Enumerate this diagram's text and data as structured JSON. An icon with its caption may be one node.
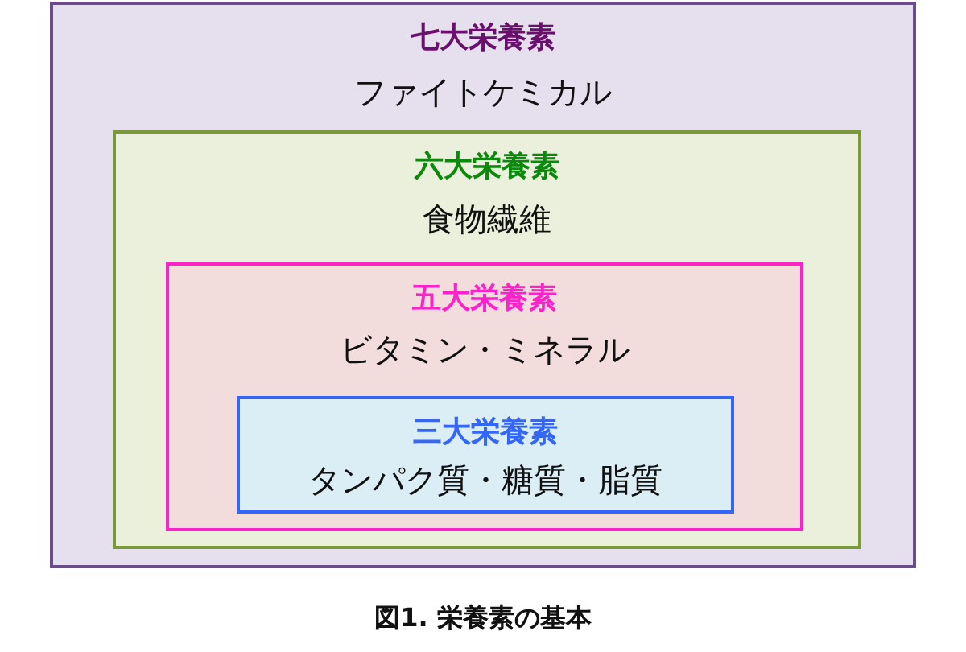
{
  "diagram": {
    "caption": "図1. 栄養素の基本",
    "nodes": [
      {
        "text": [
          "七大栄養素",
          "ファイトケミカル"
        ]
      },
      {
        "text": [
          "六大栄養素",
          "食物繊維"
        ],
        "in": 0
      },
      {
        "text": [
          "五大栄養素",
          "ビタミン・ミネラル"
        ],
        "in": 1
      },
      {
        "text": [
          "三大栄養素",
          "タンパク質・糖質・脂質"
        ],
        "in": 2
      }
    ]
  }
}
